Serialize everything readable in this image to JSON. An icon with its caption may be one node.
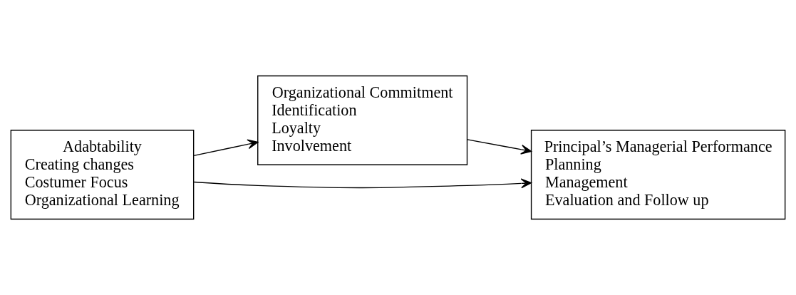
{
  "diagram": {
    "nodes": [
      {
        "text": [
          "Adabtability",
          "Creating changes",
          "Costumer Focus",
          "Organizational Learning"
        ]
      },
      {
        "text": [
          "Organizational Commitment",
          "Identification",
          "Loyalty",
          "Involvement"
        ]
      },
      {
        "text": [
          "Principal’s Managerial Performance",
          "Planning",
          "Management",
          "Evaluation and Follow up"
        ]
      }
    ],
    "edges": [
      {
        "from": 0,
        "to": 2,
        "arrow": "to"
      },
      {
        "from": 0,
        "to": 1,
        "arrow": "to"
      },
      {
        "from": 1,
        "to": 2,
        "arrow": "to"
      }
    ]
  }
}
